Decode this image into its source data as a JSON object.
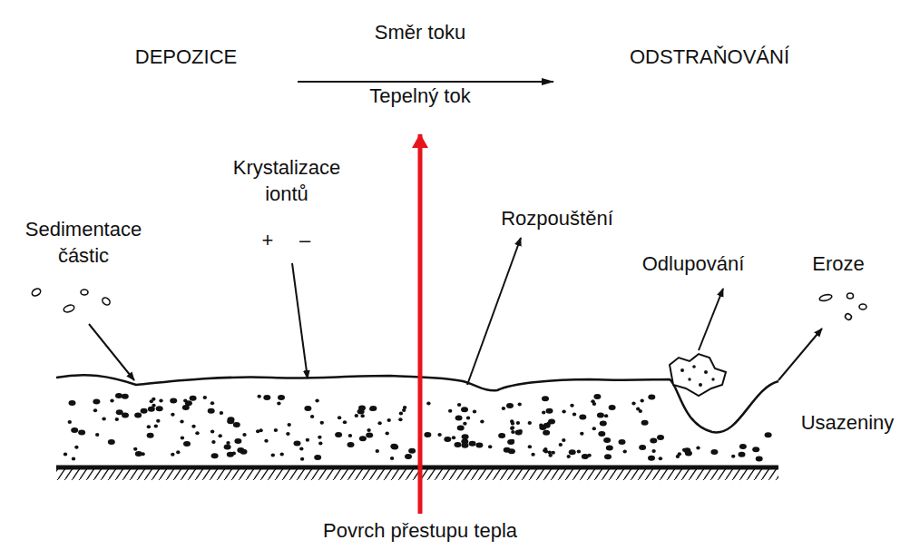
{
  "diagram": {
    "labels": [
      "Směr toku",
      "DEPOZICE",
      "ODSTRAŇOVÁNÍ",
      "Tepelný tok",
      "Krystalizace iontů",
      "+",
      "–",
      "Sedimentace částic",
      "Rozpouštění",
      "Odlupování",
      "Eroze",
      "Usazeniny",
      "Povrch přestupu tepla"
    ]
  }
}
